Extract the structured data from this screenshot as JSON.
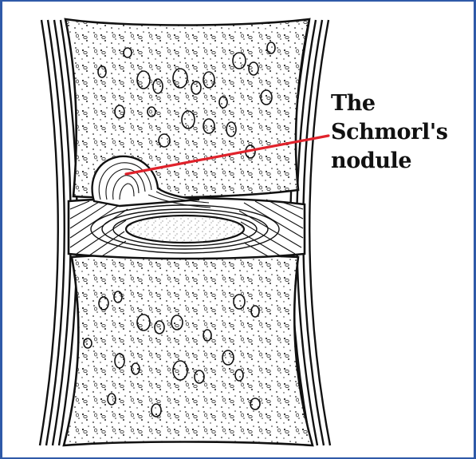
{
  "label": {
    "line1": "The",
    "line2": "Schmorl's",
    "line3": "nodule"
  },
  "colors": {
    "frame_border": "#2f5aa8",
    "pointer_line": "#e0222b",
    "ink": "#111111"
  }
}
